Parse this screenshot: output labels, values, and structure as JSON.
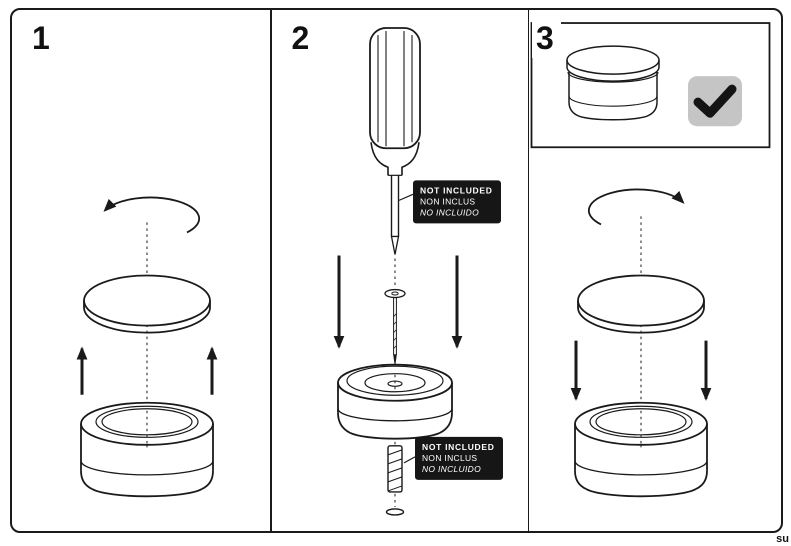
{
  "meta": {
    "footer_text": "su"
  },
  "colors": {
    "ink": "#1a1a1a",
    "label_bg": "#161616",
    "label_text": "#ffffff",
    "check_button_bg": "#c5c5c5",
    "page_bg": "#ffffff"
  },
  "steps": [
    {
      "number": "1"
    },
    {
      "number": "2"
    },
    {
      "number": "3"
    }
  ],
  "not_included_label": {
    "line1": "NOT INCLUDED",
    "line2": "NON INCLUS",
    "line3": "NO INCLUIDO"
  },
  "icons": {
    "rotate_ccw_arrow": "↺",
    "rotate_cw_arrow": "↻",
    "up_arrow": "↑",
    "down_arrow": "↓",
    "checkmark": "✔"
  }
}
